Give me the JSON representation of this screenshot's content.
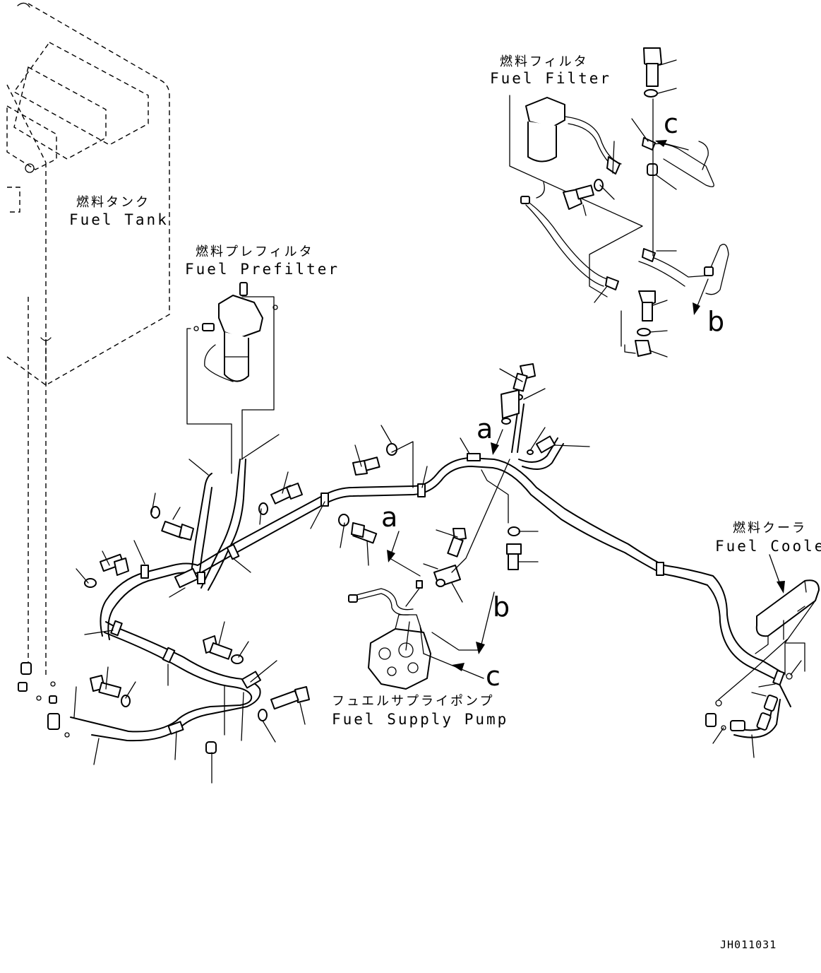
{
  "components": {
    "fuel_tank": {
      "jp": "燃料タンク",
      "en": "Fuel Tank"
    },
    "fuel_prefilter": {
      "jp": "燃料プレフィルタ",
      "en": "Fuel Prefilter"
    },
    "fuel_filter": {
      "jp": "燃料フィルタ",
      "en": "Fuel Filter"
    },
    "fuel_cooler": {
      "jp": "燃料クーラ",
      "en": "Fuel Cooler"
    },
    "fuel_supply_pump": {
      "jp": "フュエルサプライポンプ",
      "en": "Fuel Supply Pump"
    }
  },
  "view_markers": {
    "a_main": "a",
    "a_detail": "a",
    "b_main": "b",
    "b_detail": "b",
    "c_main": "c",
    "c_detail": "c"
  },
  "drawing_code": "JH011031"
}
